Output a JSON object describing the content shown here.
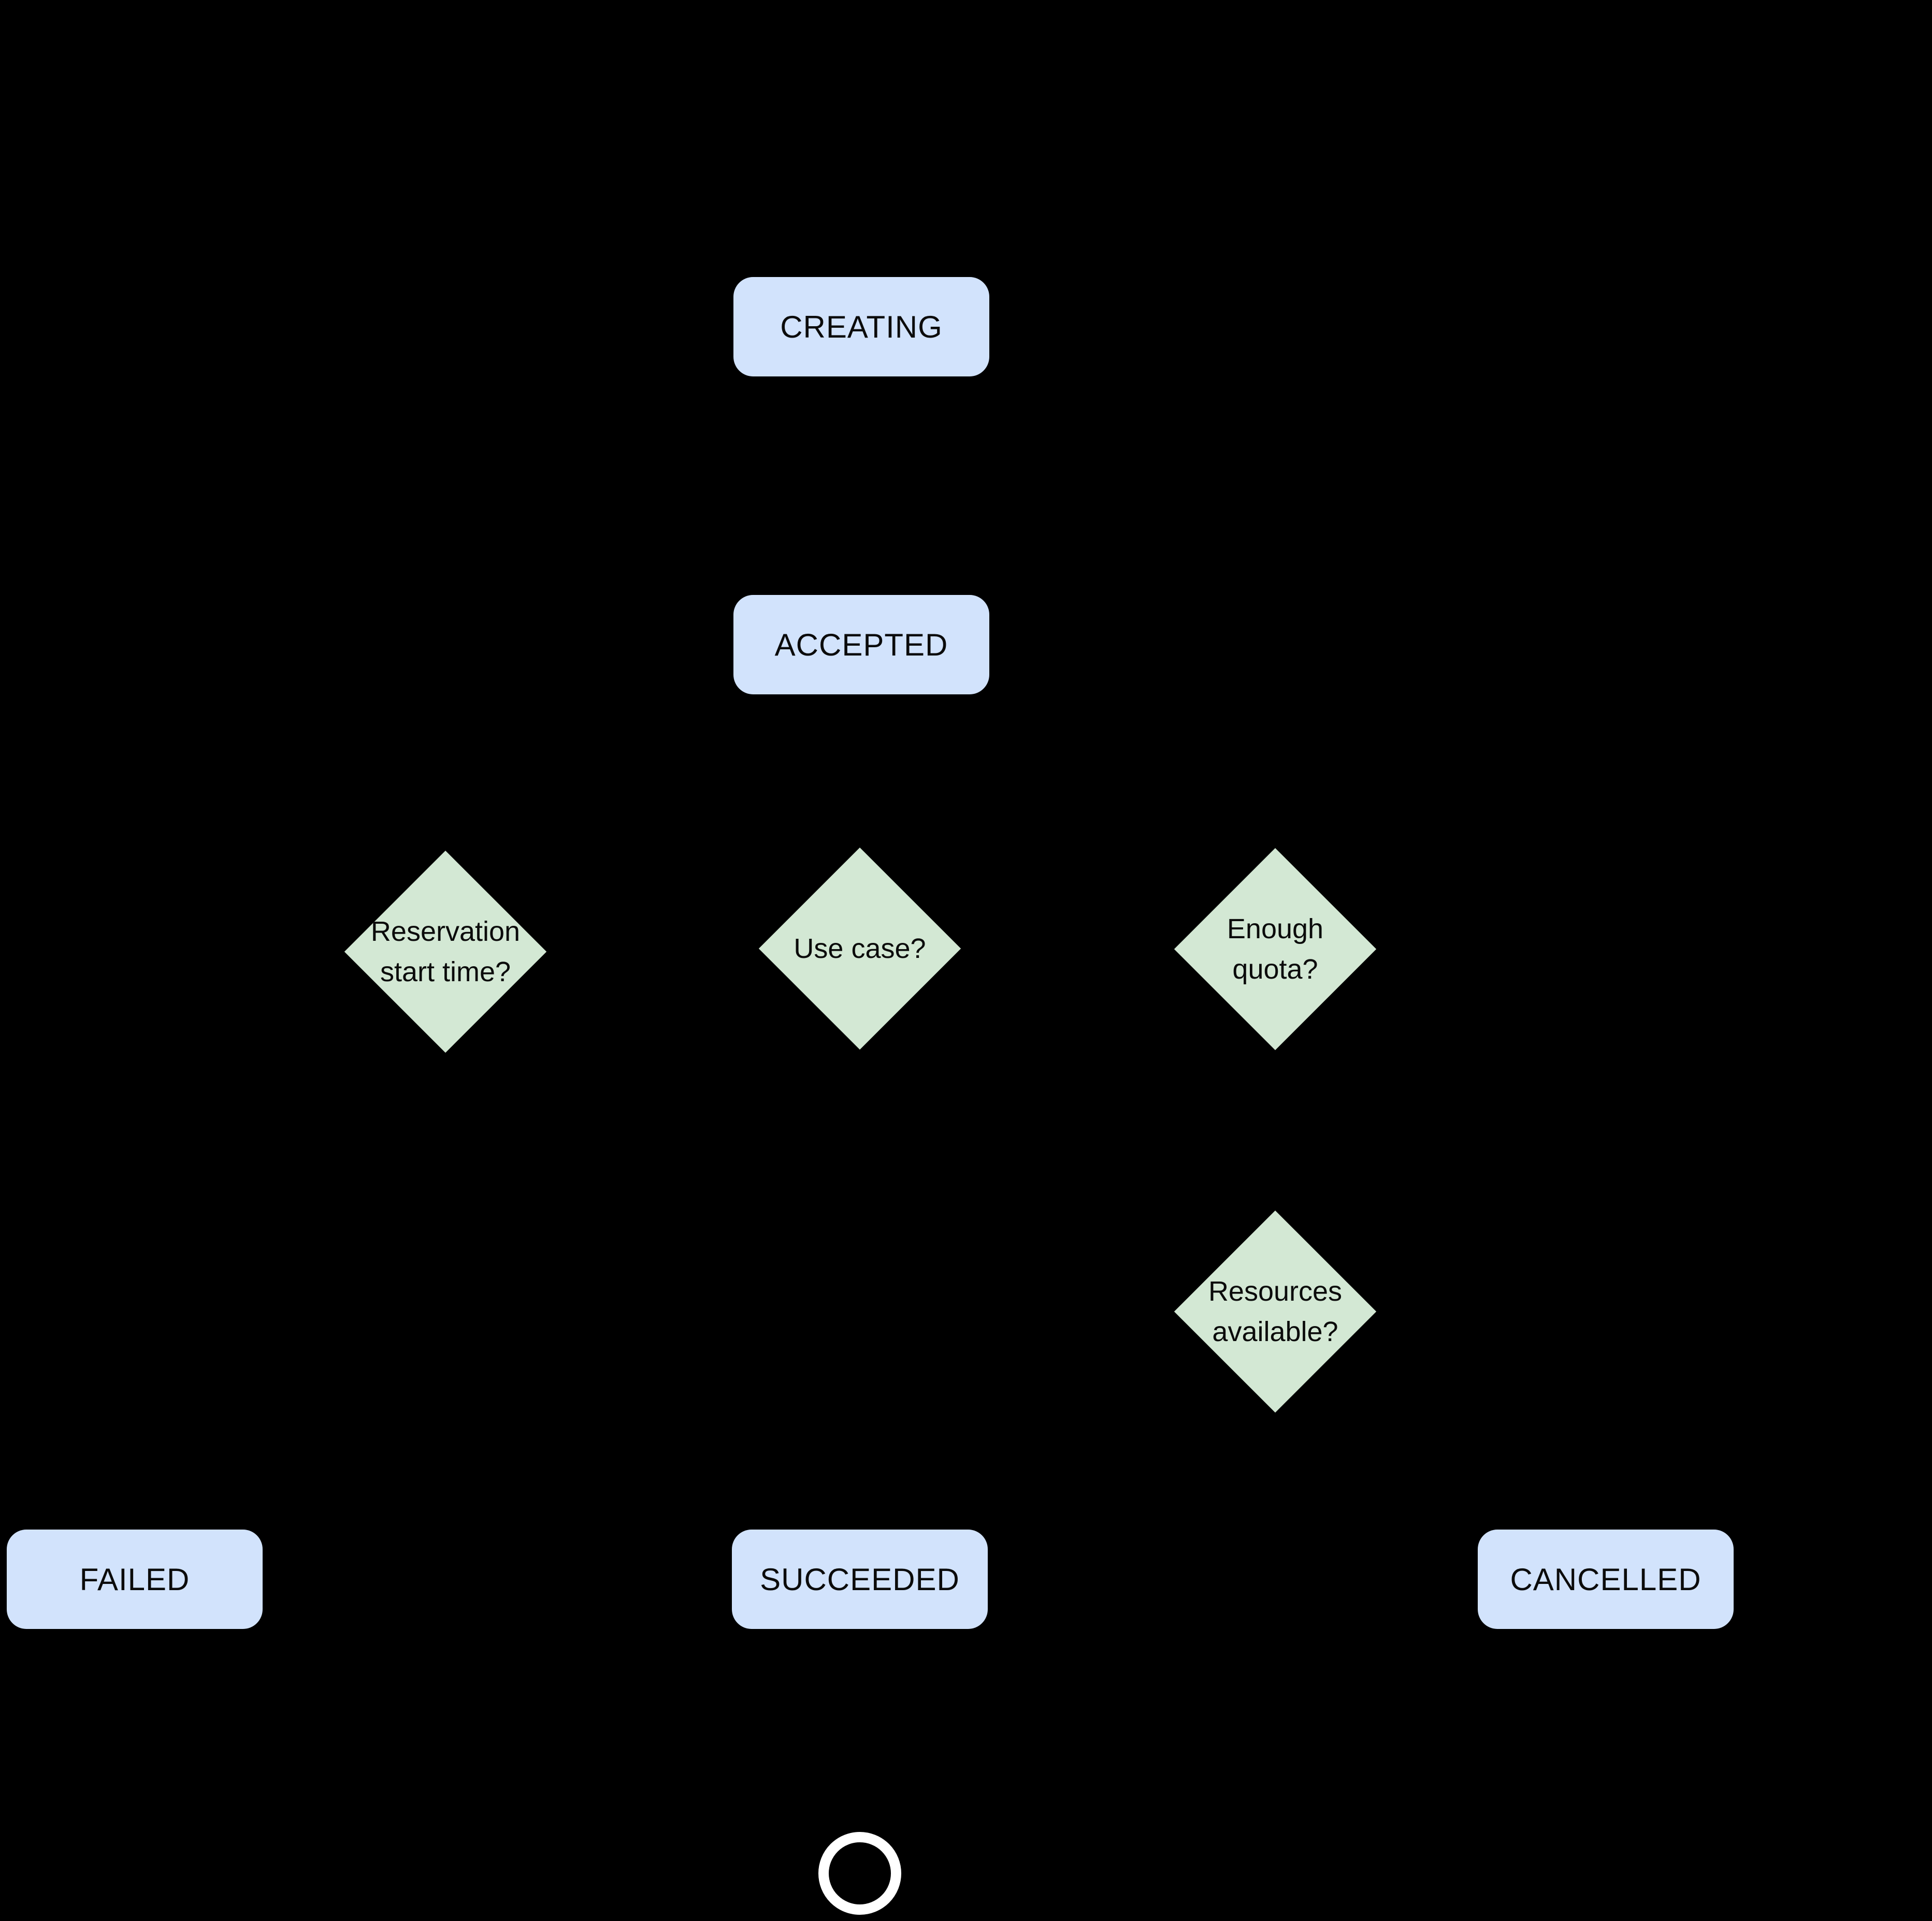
{
  "diagram": {
    "title": "reservation-state-flowchart",
    "background_color": "#000000",
    "state_fill_color": "#d2e3fc",
    "decision_fill_color": "#d3e8d4",
    "text_color": "#0b0b0b",
    "terminal_ring_color": "#ffffff",
    "states": {
      "creating": {
        "label": "CREATING"
      },
      "accepted": {
        "label": "ACCEPTED"
      },
      "failed": {
        "label": "FAILED"
      },
      "succeeded": {
        "label": "SUCCEEDED"
      },
      "cancelled": {
        "label": "CANCELLED"
      }
    },
    "decisions": {
      "reservation_start_time": {
        "line1": "Reservation",
        "line2": "start time?"
      },
      "use_case": {
        "line1": "Use case?",
        "line2": ""
      },
      "enough_quota": {
        "line1": "Enough",
        "line2": "quota?"
      },
      "resources_available": {
        "line1": "Resources",
        "line2": "available?"
      }
    },
    "terminal": {
      "name": "end-state"
    }
  }
}
